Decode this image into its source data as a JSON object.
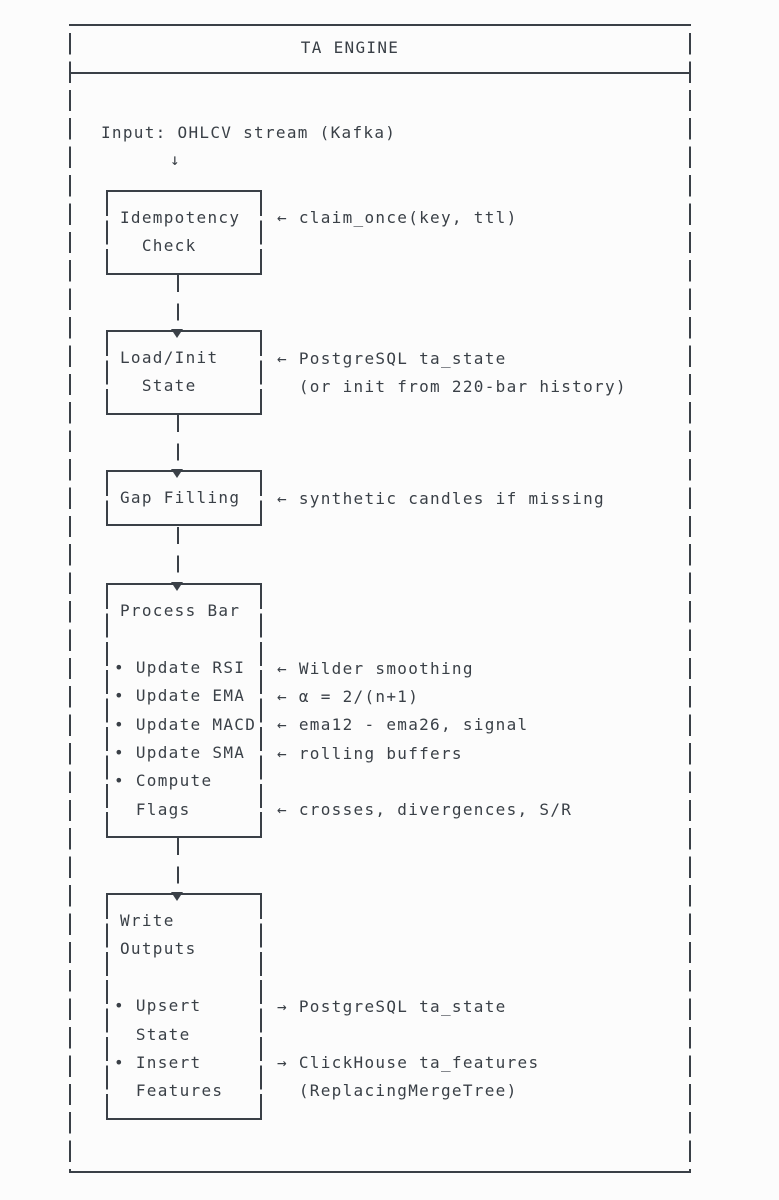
{
  "diagram": {
    "title": "TA ENGINE",
    "input_label": "Input: OHLCV stream (Kafka)",
    "down_arrow_glyph": "↓",
    "nodes": [
      {
        "id": "idempotency-check",
        "lines": [
          "Idempotency",
          "  Check"
        ]
      },
      {
        "id": "load-init-state",
        "lines": [
          "Load/Init",
          "  State"
        ]
      },
      {
        "id": "gap-filling",
        "lines": [
          "Gap Filling"
        ]
      },
      {
        "id": "process-bar",
        "lines": [
          "Process Bar",
          "",
          "• Update RSI",
          "• Update EMA",
          "• Update MACD",
          "• Update SMA",
          "• Compute",
          "  Flags"
        ]
      },
      {
        "id": "write-outputs",
        "lines": [
          "Write",
          "Outputs",
          "",
          "• Upsert",
          "  State",
          "• Insert",
          "  Features"
        ]
      }
    ],
    "annotations": [
      {
        "name": "claim-once",
        "text": "← claim_once(key, ttl)"
      },
      {
        "name": "postgres-ta-state",
        "text": "← PostgreSQL ta_state"
      },
      {
        "name": "init-history",
        "text": "  (or init from 220-bar history)"
      },
      {
        "name": "synthetic-candles",
        "text": "← synthetic candles if missing"
      },
      {
        "name": "wilder-smoothing",
        "text": "← Wilder smoothing"
      },
      {
        "name": "ema-alpha",
        "text": "← α = 2/(n+1)"
      },
      {
        "name": "macd-formula",
        "text": "← ema12 - ema26, signal"
      },
      {
        "name": "rolling-buffers",
        "text": "← rolling buffers"
      },
      {
        "name": "compute-flags",
        "text": "← crosses, divergences, S/R"
      },
      {
        "name": "upsert-postgres",
        "text": "→ PostgreSQL ta_state"
      },
      {
        "name": "insert-clickhouse",
        "text": "→ ClickHouse ta_features"
      },
      {
        "name": "replacing-merge-tree",
        "text": "  (ReplacingMergeTree)"
      }
    ],
    "colors": {
      "ink": "#3a4047",
      "background": "#fcfcfc"
    }
  }
}
